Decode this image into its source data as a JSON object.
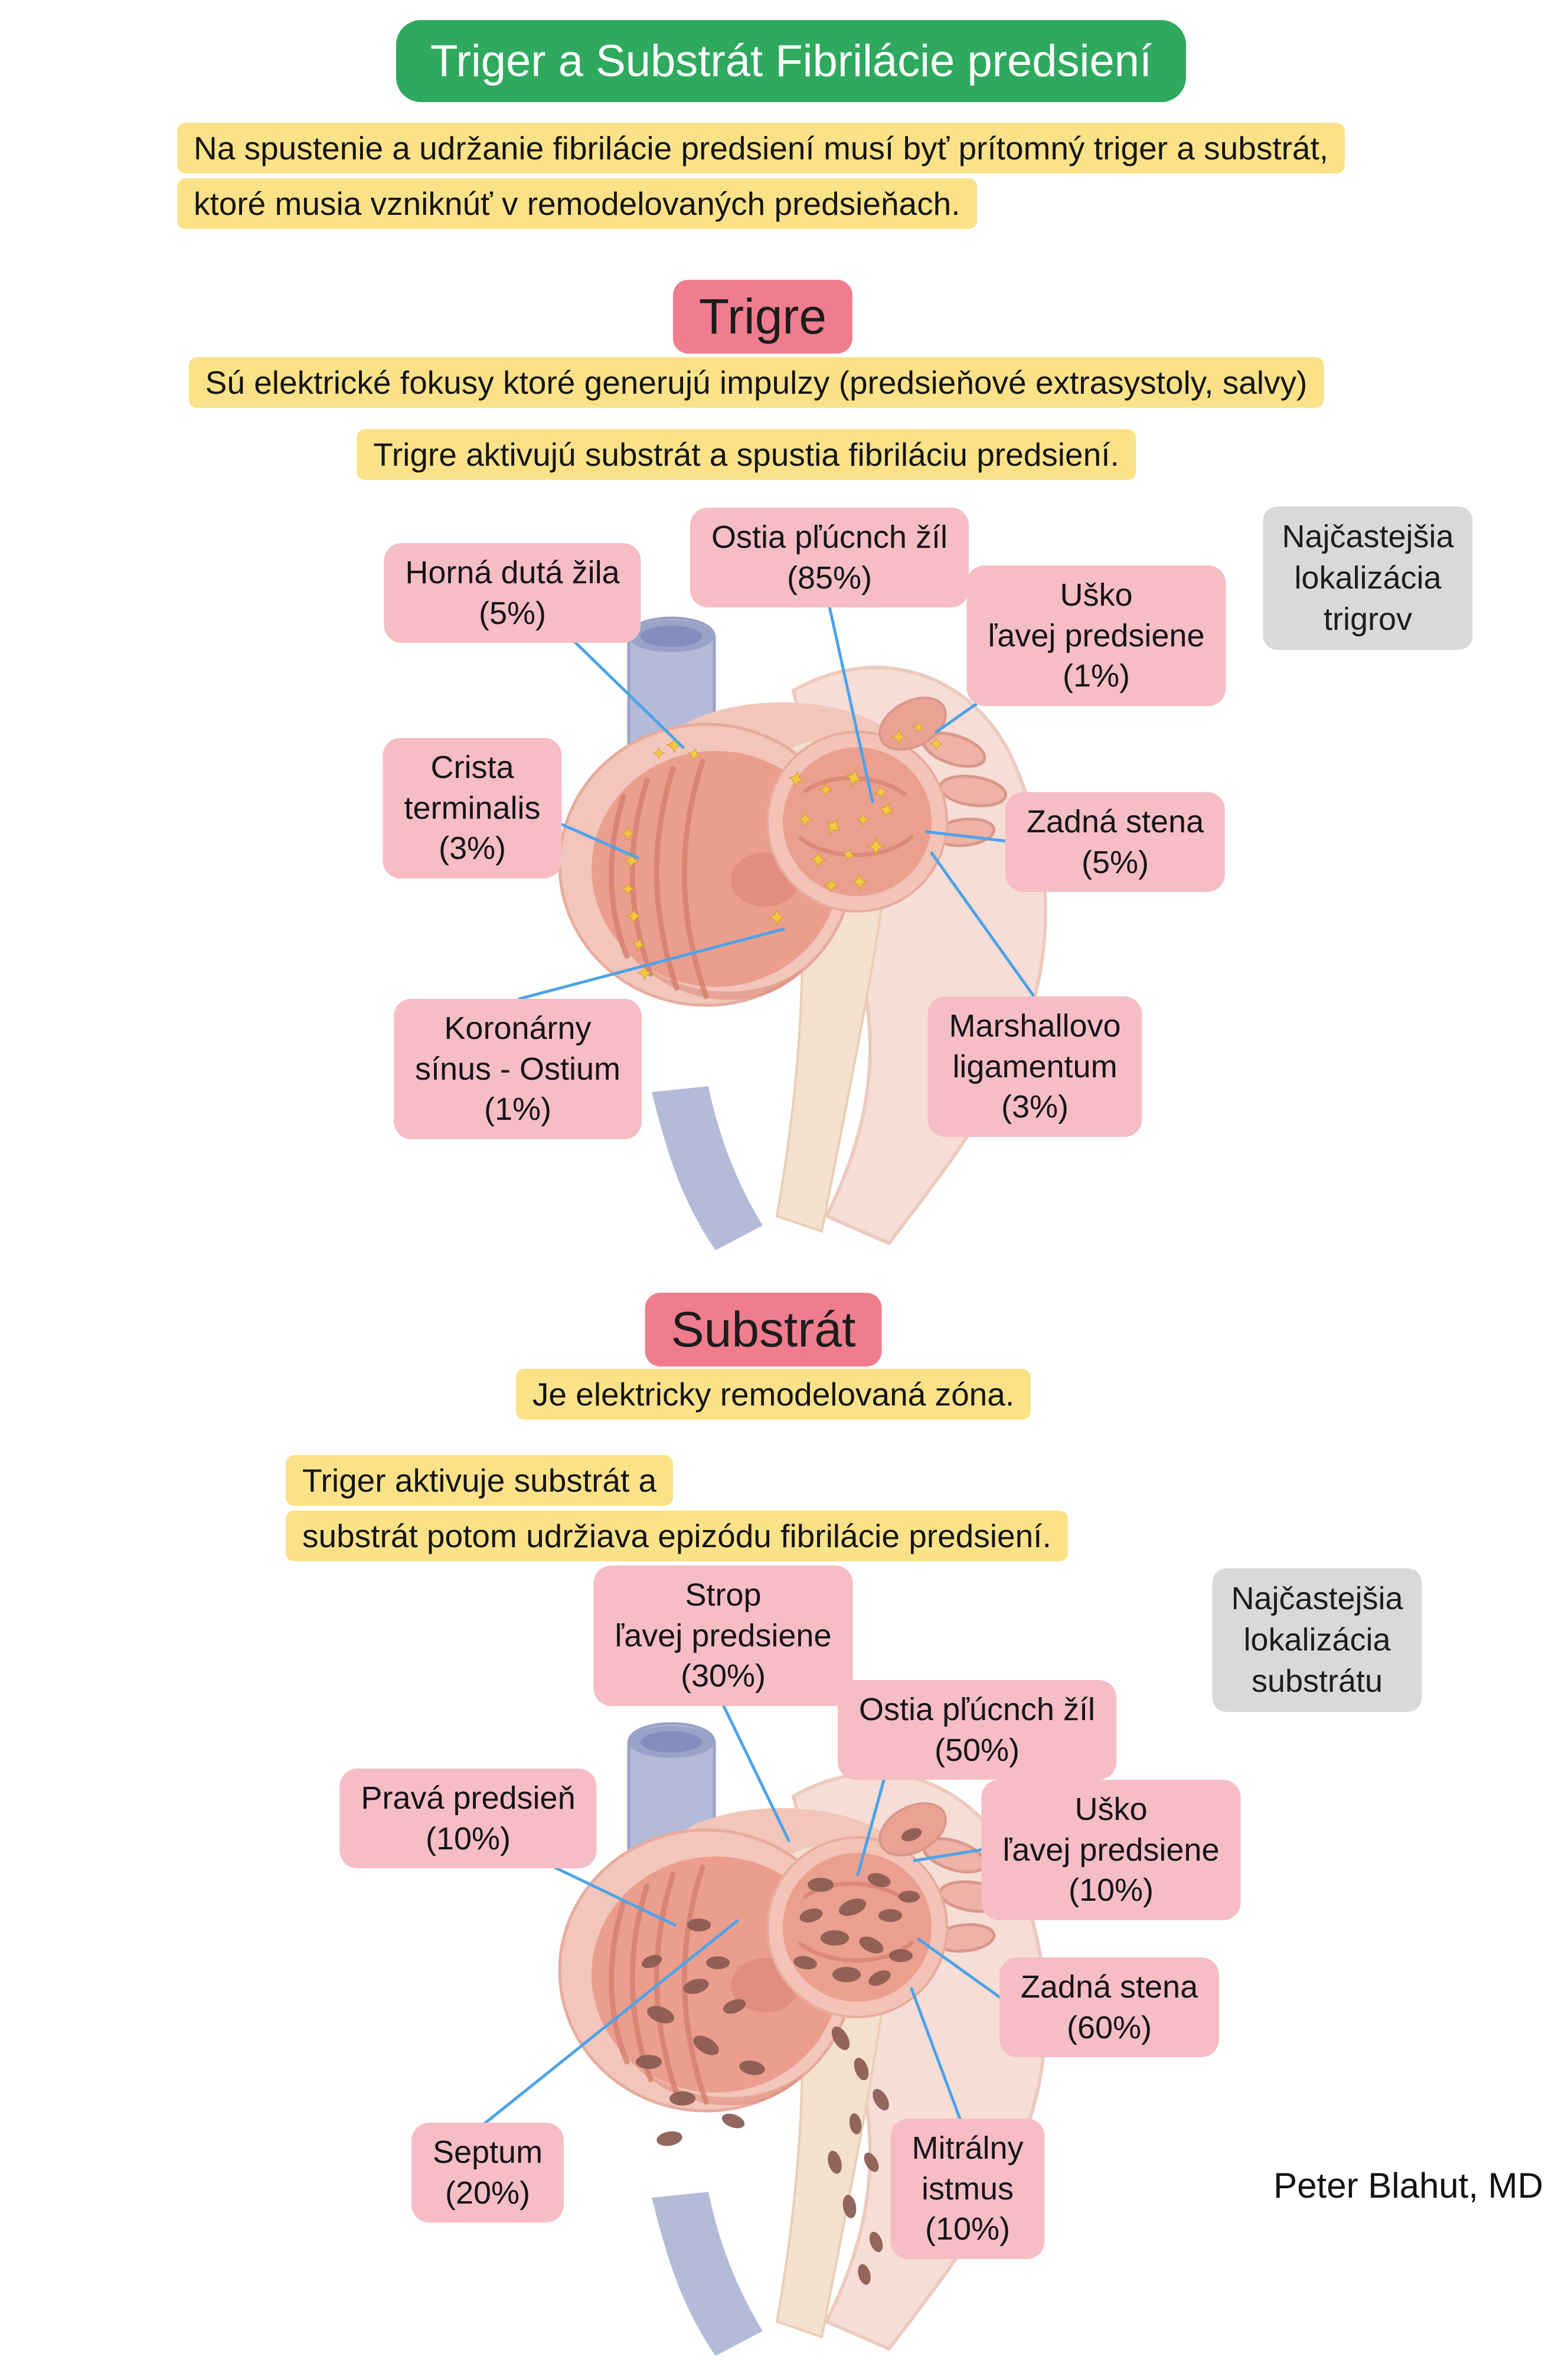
{
  "colors": {
    "green": "#2fa95e",
    "yellow": "#fbe289",
    "pinkHeading": "#ef7d8d",
    "pinkCallout": "#f6bdc4",
    "grayBox": "#d9d9d9",
    "lineBlue": "#4da3e8",
    "starYellow": "#f5c842",
    "spotBrown": "#8a5a50"
  },
  "header": {
    "title": "Triger a Substrát Fibrilácie predsiení",
    "intro_lines": [
      "Na spustenie a udržanie fibrilácie predsiení musí byť prítomný triger a substrát,",
      "ktoré musia vzniknúť v remodelovaných predsieňach."
    ]
  },
  "triggers": {
    "heading": "Trigre",
    "desc1": "Sú elektrické fokusy ktoré generujú impulzy (predsieňové extrasystoly, salvy)",
    "desc2": "Trigre aktivujú substrát a spustia fibriláciu predsiení.",
    "legend_lines": [
      "Najčastejšia",
      "lokalizácia",
      "trigrov"
    ],
    "labels": [
      {
        "id": "horna-duta-zila",
        "lines": [
          "Horná dutá žila",
          "(5%)"
        ]
      },
      {
        "id": "ostia-plucnych-zil",
        "lines": [
          "Ostia pľúcnch žíl",
          "(85%)"
        ]
      },
      {
        "id": "usko-lavej-predsiene",
        "lines": [
          "Uško",
          "ľavej predsiene",
          "(1%)"
        ]
      },
      {
        "id": "crista-terminalis",
        "lines": [
          "Crista",
          "terminalis",
          "(3%)"
        ]
      },
      {
        "id": "zadna-stena",
        "lines": [
          "Zadná stena",
          "(5%)"
        ]
      },
      {
        "id": "koronarny-sinus-ostium",
        "lines": [
          "Koronárny",
          "sínus - Ostium",
          "(1%)"
        ]
      },
      {
        "id": "marshallovo-ligamentum",
        "lines": [
          "Marshallovo",
          "ligamentum",
          "(3%)"
        ]
      }
    ]
  },
  "substrate": {
    "heading": "Substrát",
    "desc1": "Je elektricky remodelovaná zóna.",
    "desc2_lines": [
      "Triger aktivuje substrát a",
      "substrát potom udržiava epizódu fibrilácie predsiení."
    ],
    "legend_lines": [
      "Najčastejšia",
      "lokalizácia",
      "substrátu"
    ],
    "labels": [
      {
        "id": "strop-lavej-predsiene",
        "lines": [
          "Strop",
          "ľavej predsiene",
          "(30%)"
        ]
      },
      {
        "id": "ostia-plucnych-zil",
        "lines": [
          "Ostia pľúcnch žíl",
          "(50%)"
        ]
      },
      {
        "id": "prava-predsien",
        "lines": [
          "Pravá predsieň",
          "(10%)"
        ]
      },
      {
        "id": "usko-lavej-predsiene",
        "lines": [
          "Uško",
          "ľavej predsiene",
          "(10%)"
        ]
      },
      {
        "id": "zadna-stena",
        "lines": [
          "Zadná stena",
          "(60%)"
        ]
      },
      {
        "id": "septum",
        "lines": [
          "Septum",
          "(20%)"
        ]
      },
      {
        "id": "mitralny-istmus",
        "lines": [
          "Mitrálny",
          "istmus",
          "(10%)"
        ]
      }
    ]
  },
  "credit": "Peter Blahut, MD"
}
